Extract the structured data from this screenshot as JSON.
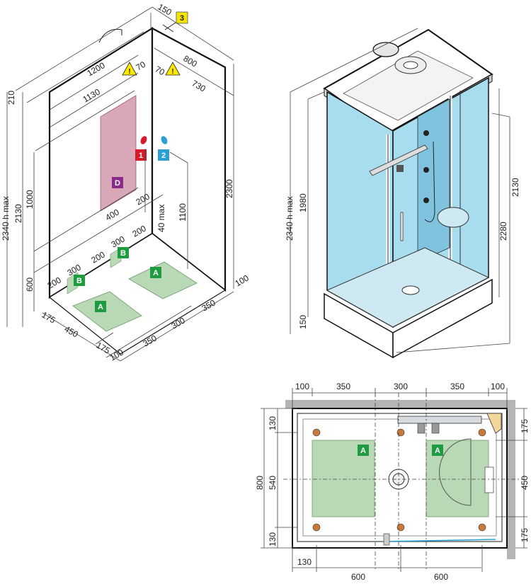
{
  "left_view": {
    "dims": {
      "d150": "150",
      "d1200": "1200",
      "d70a": "70",
      "d70b": "70",
      "d800": "800",
      "d1130": "1130",
      "d730": "730",
      "d210": "210",
      "d2340": "2340 h max",
      "d2130": "2130",
      "d2300": "2300",
      "d1000": "1000",
      "d1100": "1100",
      "d400": "400",
      "d200a": "200",
      "d40": "40 max",
      "d200b": "200",
      "d300a": "300",
      "d200c": "200",
      "d300b": "300",
      "d200d": "200",
      "d600": "600",
      "d100a": "100",
      "d175a": "175",
      "d450": "450",
      "d350a": "350",
      "d300c": "300",
      "d350b": "350",
      "d175b": "175",
      "d100b": "100"
    },
    "markers": {
      "m1": "1",
      "m2": "2",
      "m3": "3",
      "mD": "D",
      "mA1": "A",
      "mA2": "A",
      "mB1": "B",
      "mB2": "B"
    }
  },
  "right_view": {
    "dims": {
      "d2340": "2340 h max",
      "d1980": "1980",
      "d150": "150",
      "d2130": "2130",
      "d2280": "2280"
    }
  },
  "plan_view": {
    "dims": {
      "t100a": "100",
      "t350a": "350",
      "t300": "300",
      "t350b": "350",
      "t100b": "100",
      "l130a": "130",
      "l800": "800",
      "l540": "540",
      "l130b": "130",
      "r175a": "175",
      "r450": "450",
      "r175b": "175",
      "b130": "130",
      "b600a": "600",
      "b600b": "600"
    },
    "markers": {
      "a1": "A",
      "a2": "A"
    }
  },
  "colors": {
    "red_marker": "#d7192a",
    "blue_marker": "#2a9fd6",
    "yellow_marker": "#f5e400",
    "purple_marker": "#8b2a8c",
    "green_marker": "#1e9a3f",
    "zone_green": "#b9d8b5",
    "zone_pink": "#d8a8b8",
    "glass_blue": "#a8dcef",
    "wall_gray": "#b5b5b5",
    "warning_yellow": "#ffe800"
  }
}
